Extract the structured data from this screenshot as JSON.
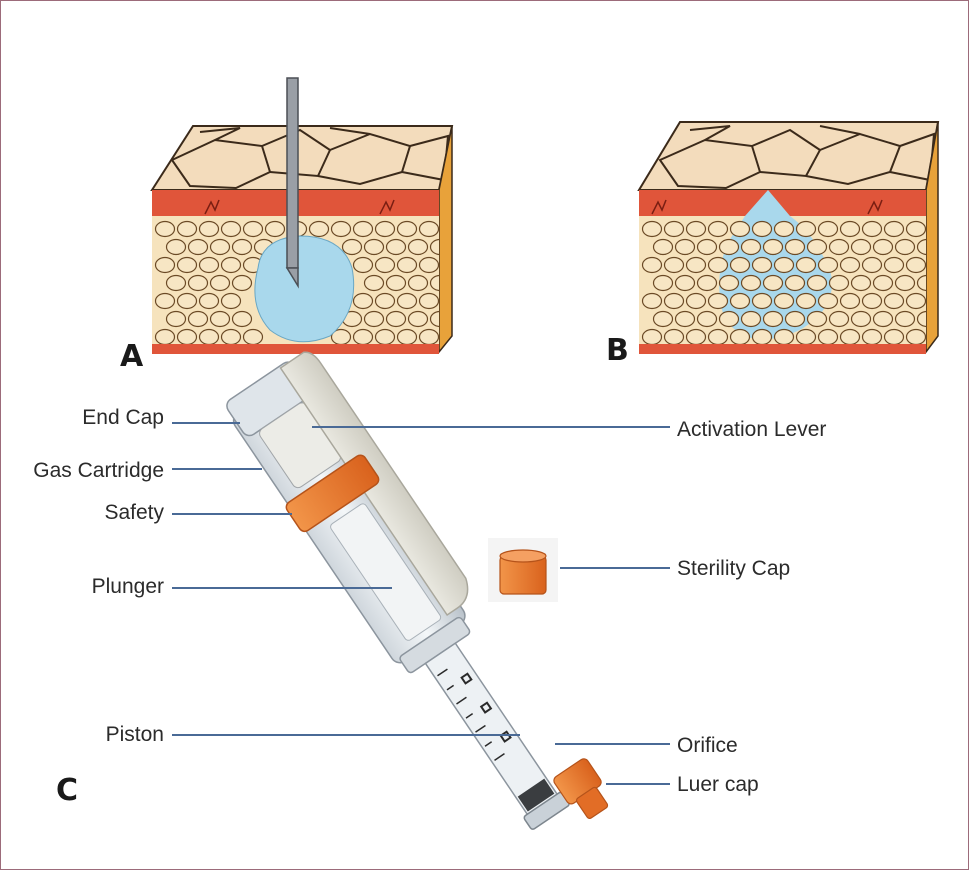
{
  "panels": {
    "a_label": "A",
    "b_label": "B",
    "c_label": "C"
  },
  "device_labels": {
    "end_cap": "End Cap",
    "gas_cartridge": "Gas Cartridge",
    "safety": "Safety",
    "plunger": "Plunger",
    "piston": "Piston",
    "activation_lever": "Activation Lever",
    "sterility_cap": "Sterility Cap",
    "orifice": "Orifice",
    "luer_cap": "Luer cap"
  },
  "colors": {
    "border": "#9c6b7a",
    "leader_line": "#4a6a96",
    "skin_top": "#f3dcbc",
    "skin_outline": "#3b2a1a",
    "dermis_red": "#e0553a",
    "fat_cell": "#f7e6c4",
    "fluid_blue": "#a9d8ec",
    "side_orange": "#e8a23a",
    "cap_orange": "#ee7a2e"
  },
  "icons": {
    "needle": "needle-icon",
    "sterility_cap": "cap-icon",
    "luer_cap": "luer-cap-icon"
  }
}
